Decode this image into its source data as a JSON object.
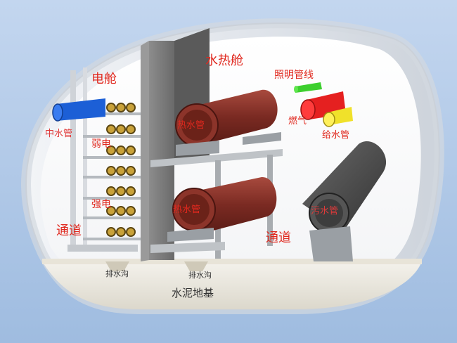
{
  "labels": {
    "electric_cabin": "电舱",
    "water_heat_cabin": "水热舱",
    "lighting_pipe": "照明管线",
    "mid_water_pipe": "中水管",
    "weak_current": "弱电",
    "strong_current": "强电",
    "channel_left": "通道",
    "channel_right": "通道",
    "heat_pipe_top": "热水管",
    "heat_pipe_bottom": "热水管",
    "gas": "燃气",
    "water_supply_pipe": "给水管",
    "sewage_pipe": "污水管",
    "drain_left": "排水沟",
    "drain_right": "排水沟",
    "cement_foundation": "水泥地基"
  },
  "colors": {
    "background": "#b3cbea",
    "shell": "#e6e9ee",
    "heat_pipe": "#7a2a22",
    "gas_pipe": "#e52020",
    "water_supply_pipe": "#f0e12a",
    "lighting_pipe": "#3ccf2e",
    "mid_water_pipe": "#1c5fd6",
    "sewage_pipe": "#4a4a4a",
    "label_red": "#e0281e"
  }
}
